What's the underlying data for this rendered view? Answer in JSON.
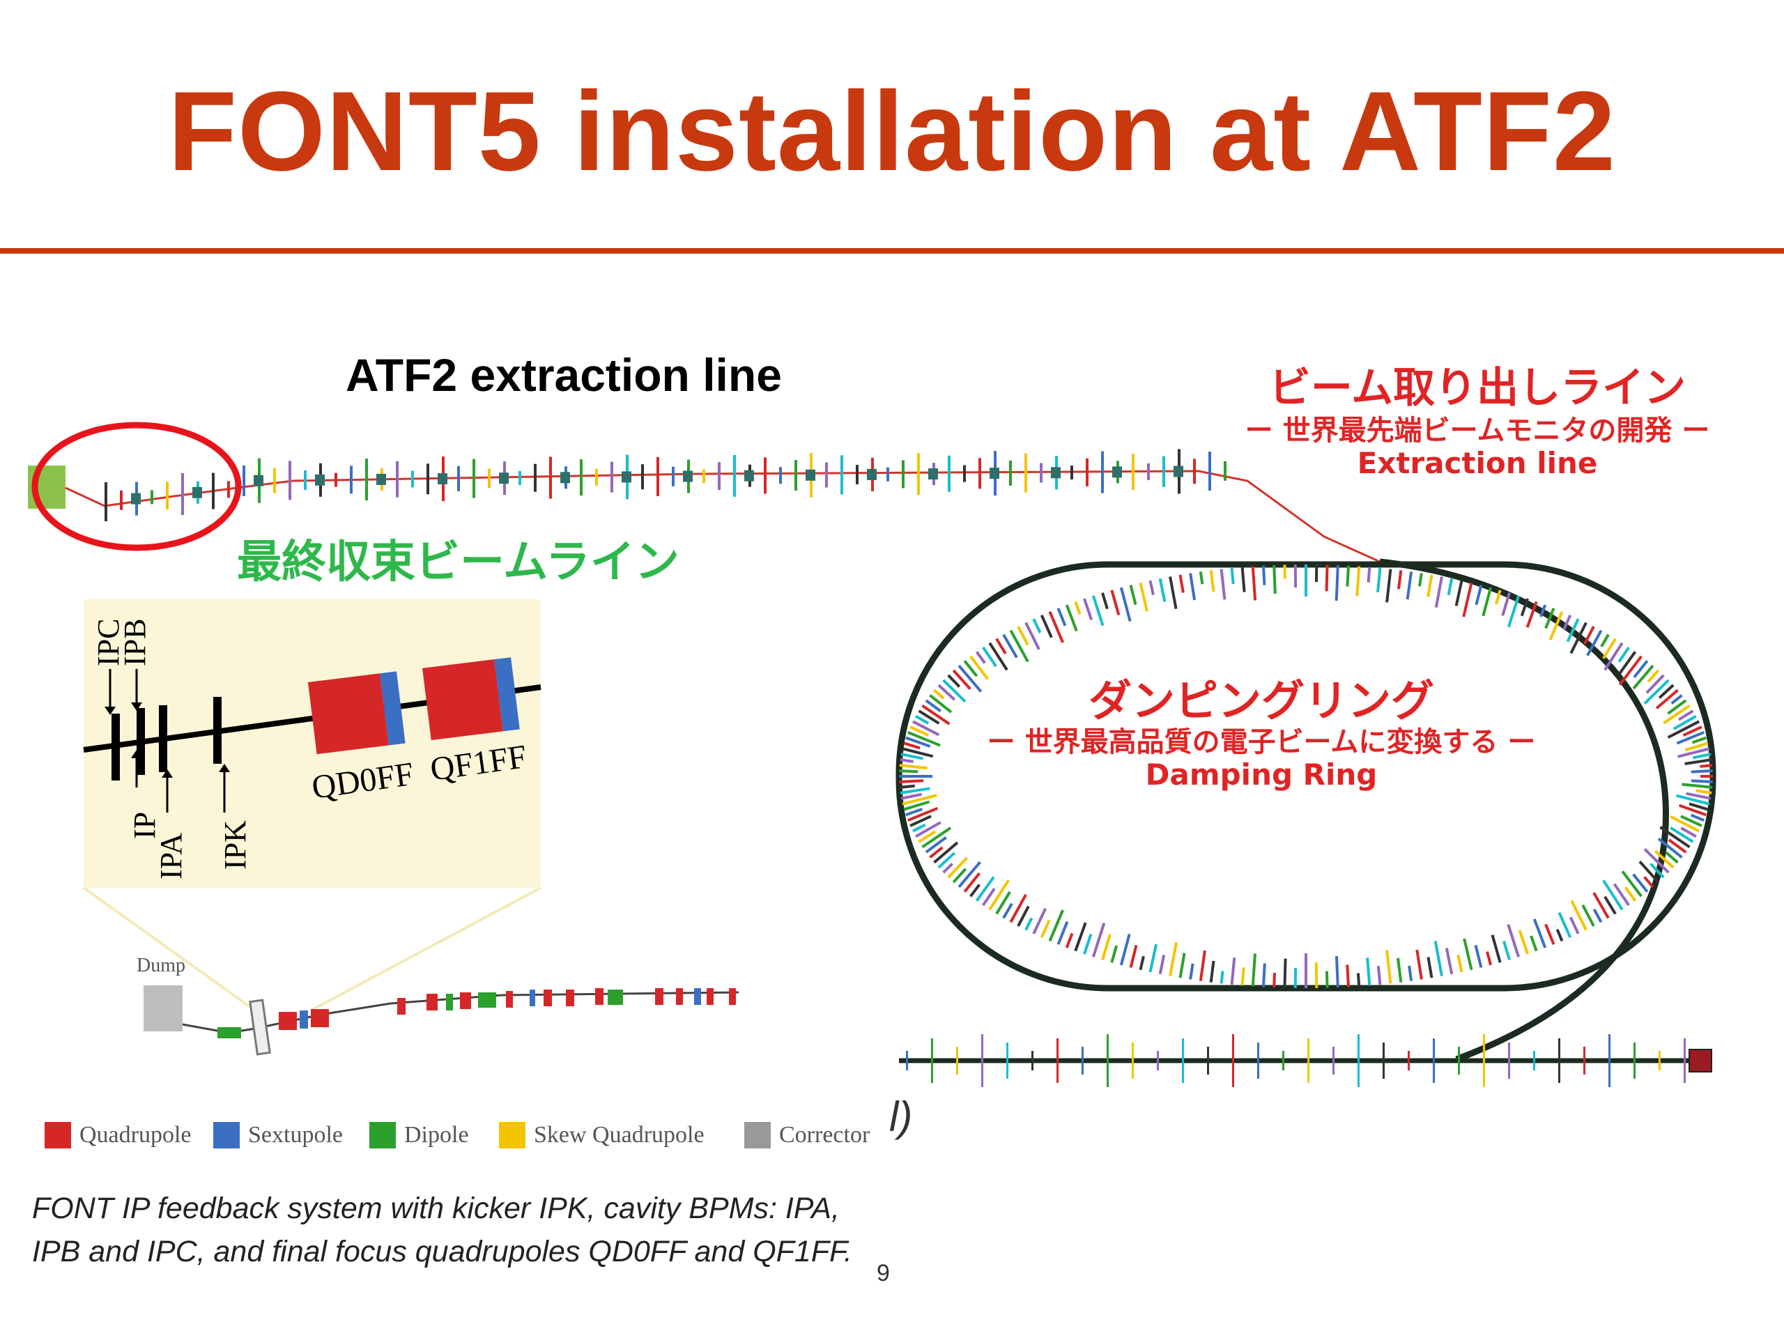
{
  "slide": {
    "title": "FONT5 installation at ATF2",
    "extraction_label": "ATF2 extraction line",
    "extraction_jp_title": "ビーム取り出しライン",
    "extraction_jp_subtitle": "ー 世界最先端ビームモニタの開発 ー",
    "extraction_en": "Extraction line",
    "final_focus_jp": "最終収束ビームライン",
    "damping_ring_jp_title": "ダンピングリング",
    "damping_ring_jp_subtitle": "ー 世界最高品質の電子ビームに変換する ー",
    "damping_ring_en": "Damping Ring",
    "page_number": "9",
    "stray_mark": "l)"
  },
  "inset": {
    "labels_top": [
      "IPC",
      "IPB"
    ],
    "labels_bottom": [
      "IP",
      "IPA",
      "IPK"
    ],
    "magnets": [
      "QD0FF",
      "QF1FF"
    ],
    "dump_label": "Dump"
  },
  "legend": [
    {
      "label": "Quadrupole",
      "color": "#d62728"
    },
    {
      "label": "Sextupole",
      "color": "#3b6fc4"
    },
    {
      "label": "Dipole",
      "color": "#2ca02c"
    },
    {
      "label": "Skew Quadrupole",
      "color": "#f5c400"
    },
    {
      "label": "Corrector",
      "color": "#999999"
    }
  ],
  "caption": {
    "line1": "FONT IP feedback system with kicker IPK, cavity BPMs: IPA,",
    "line2": "IPB and IPC, and final focus quadrupoles QD0FF and QF1FF."
  },
  "colors": {
    "title": "#c8390f",
    "japanese_red": "#e02424",
    "final_focus_green": "#2eb84b",
    "beamline": "#d0362b",
    "highlight_circle": "#e8141b"
  }
}
